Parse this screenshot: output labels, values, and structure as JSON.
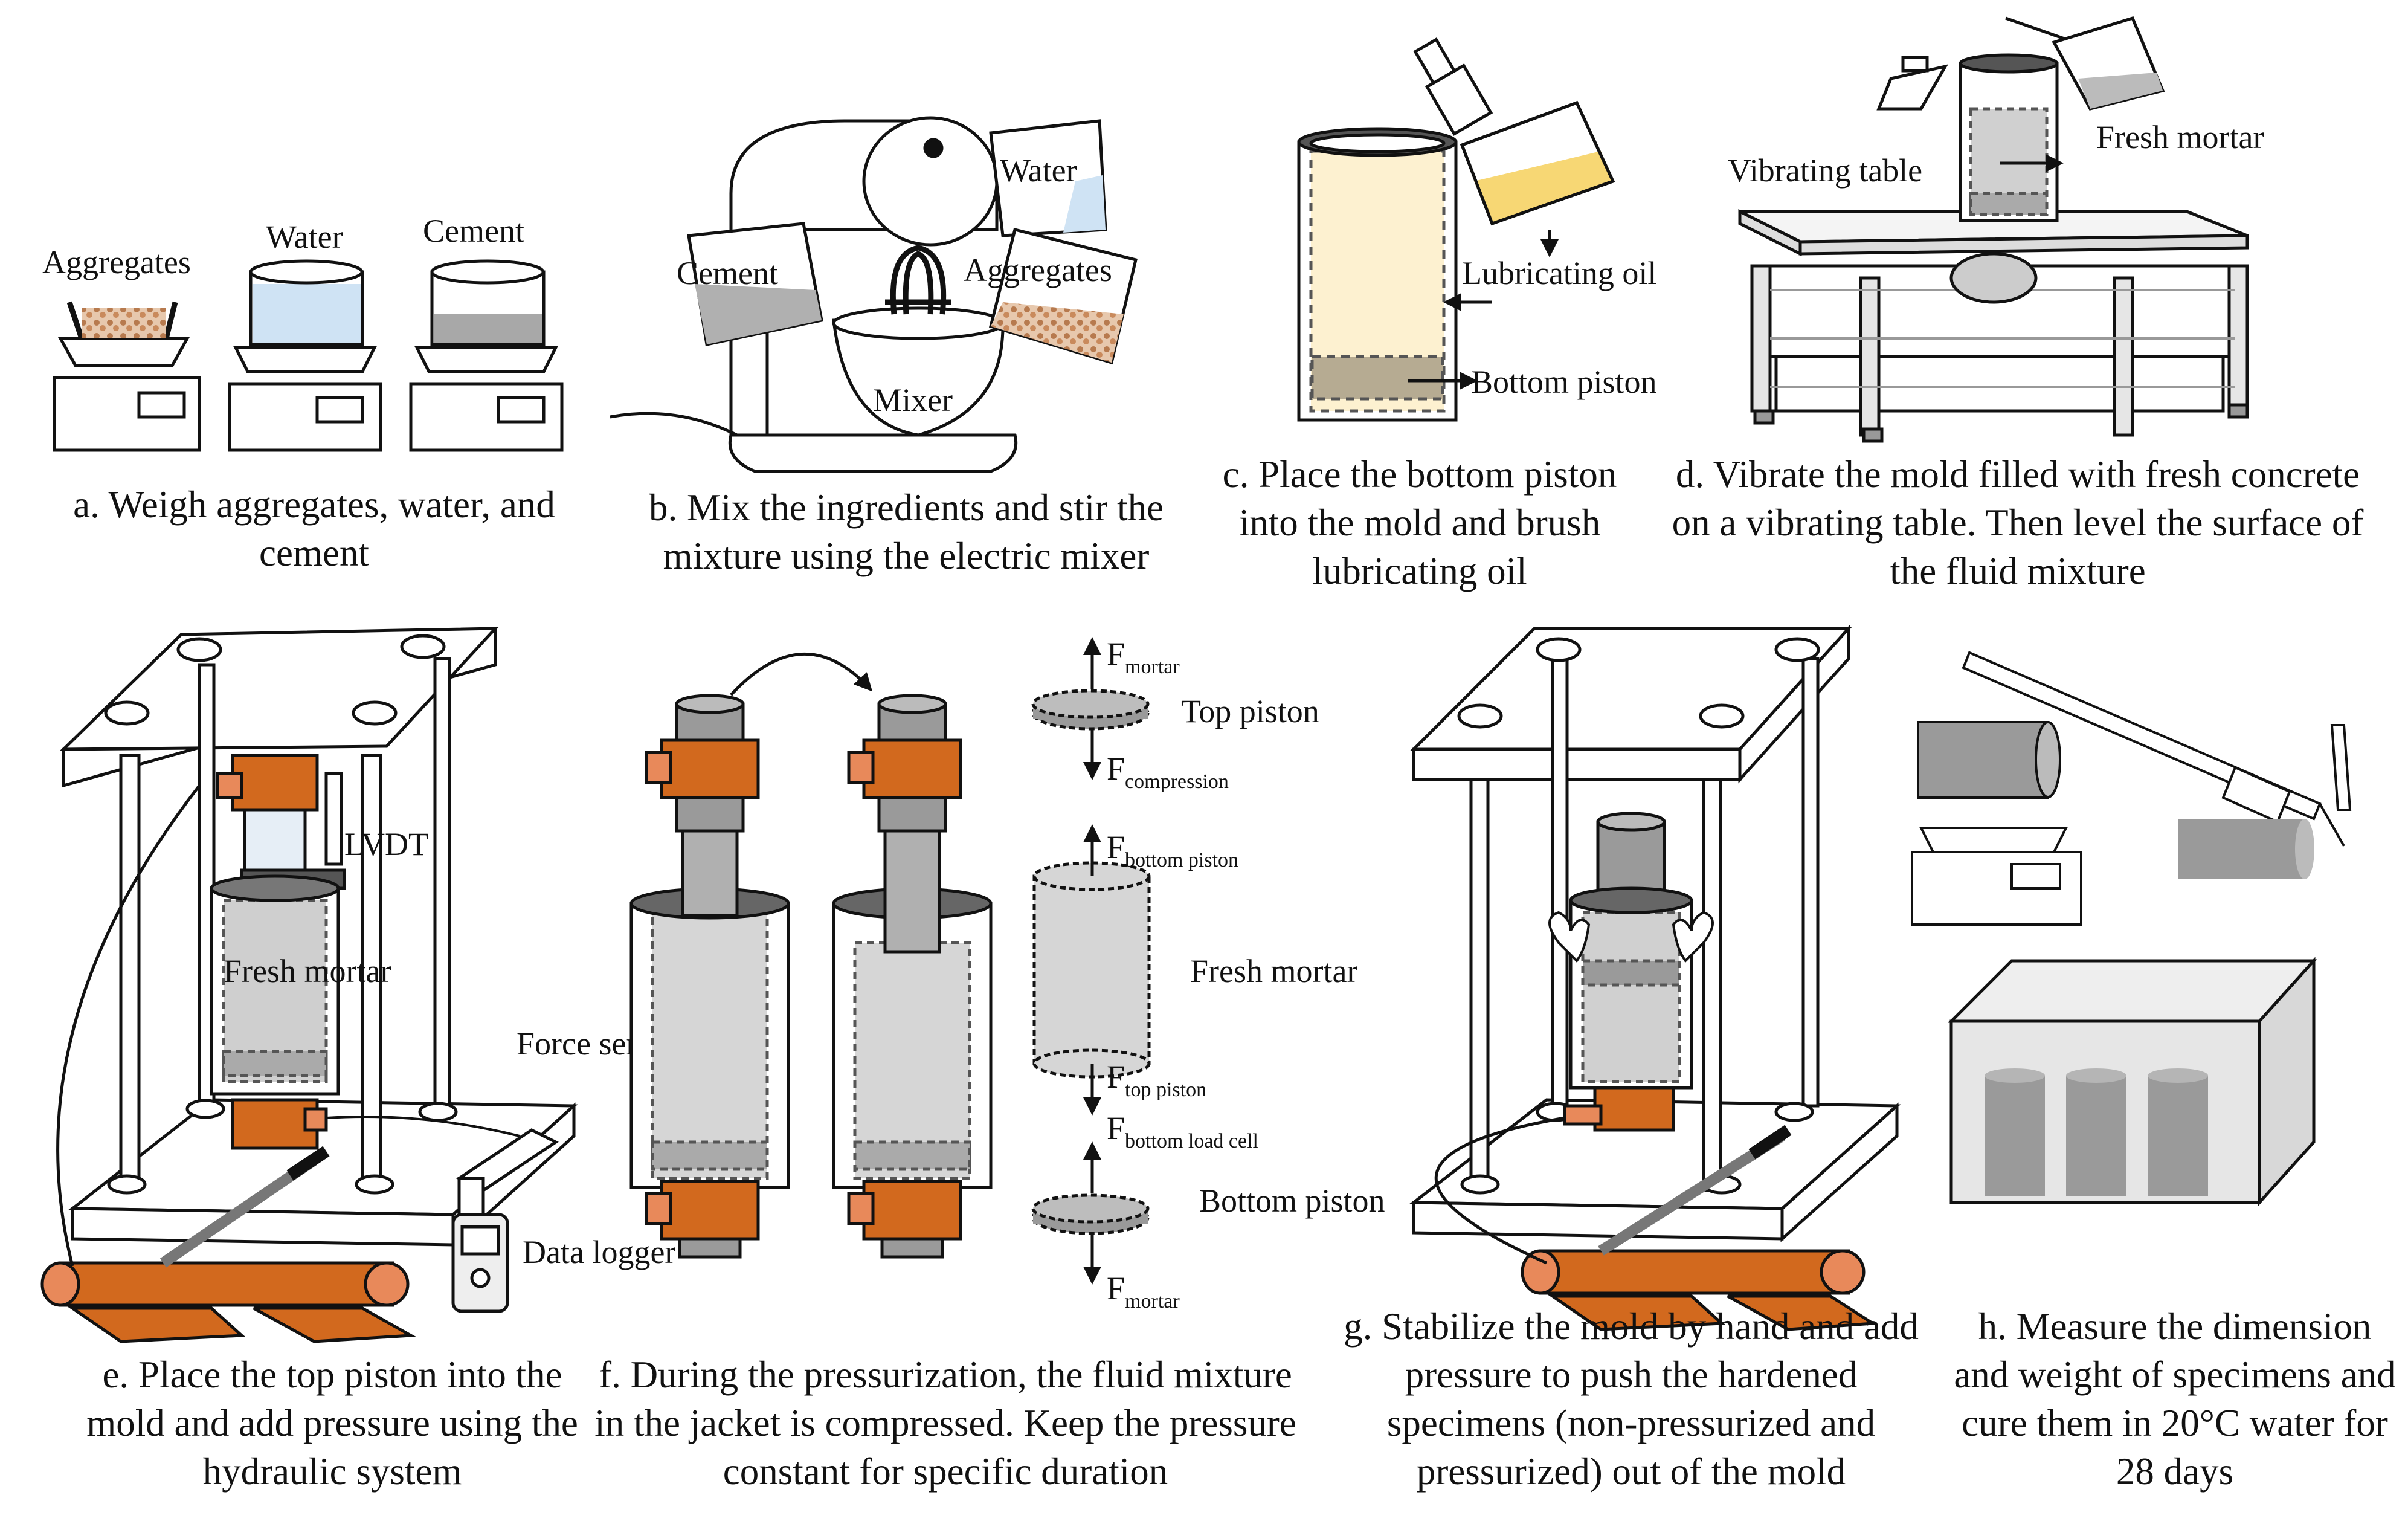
{
  "colors": {
    "orange": "#D2691E",
    "orange_light": "#E8895A",
    "grey": "#9a9a9a",
    "water": "#cfe3f4",
    "oil": "#f7d774",
    "aggregate": "#c98a5c"
  },
  "panel_a": {
    "labels": {
      "aggregates": "Aggregates",
      "water": "Water",
      "cement": "Cement"
    },
    "caption": "a. Weigh aggregates, water, and cement"
  },
  "panel_b": {
    "labels": {
      "water": "Water",
      "cement": "Cement",
      "aggregates": "Aggregates",
      "mixer": "Mixer"
    },
    "caption": "b. Mix the ingredients and stir the mixture using the electric mixer"
  },
  "panel_c": {
    "labels": {
      "lubricating_oil": "Lubricating oil",
      "bottom_piston": "Bottom piston"
    },
    "caption": "c. Place the bottom piston into the mold and brush lubricating oil"
  },
  "panel_d": {
    "labels": {
      "vibrating_table": "Vibrating table",
      "fresh_mortar": "Fresh mortar"
    },
    "caption": "d. Vibrate the mold filled with fresh concrete on a vibrating table. Then level the surface of the fluid mixture"
  },
  "panel_e": {
    "labels": {
      "lvdt": "LVDT",
      "fresh_mortar": "Fresh mortar",
      "force_sensor": "Force sensor",
      "data_logger": "Data logger"
    },
    "caption": "e. Place the top piston into the mold and add pressure using the hydraulic system"
  },
  "panel_f": {
    "labels": {
      "top_piston": "Top piston",
      "fresh_mortar": "Fresh mortar",
      "bottom_piston": "Bottom piston",
      "F": "F",
      "sub_mortar": "mortar",
      "sub_compression": "compression",
      "sub_bottom_piston": "bottom piston",
      "sub_top_piston": "top piston",
      "sub_bottom_load_cell": "bottom load cell"
    },
    "caption": "f. During the pressurization, the fluid mixture in the jacket is compressed. Keep the pressure constant for specific duration"
  },
  "panel_g": {
    "caption": "g. Stabilize the mold by hand and add pressure to push the hardened specimens (non-pressurized and pressurized) out of the mold"
  },
  "panel_h": {
    "caption": "h. Measure the dimension and weight of specimens and cure them in 20°C water for 28 days"
  }
}
